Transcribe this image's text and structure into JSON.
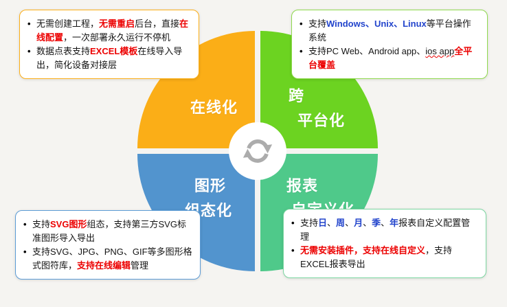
{
  "colors": {
    "background": "#F5F4F1",
    "quadrant_online": "#FBAE17",
    "quadrant_cross": "#6CD321",
    "quadrant_graphic": "#5294CE",
    "quadrant_report": "#4FC98A",
    "callout_border_online": "#FBAE17",
    "callout_border_cross": "#8FD94E",
    "callout_border_graphic": "#5B9BD5",
    "callout_border_report": "#7BD6A0",
    "accent_red": "#EC0000",
    "accent_blue": "#2244CC",
    "label_text": "#FFFFFF",
    "icon_gray": "#ACACAC"
  },
  "quadrants": {
    "online": {
      "lines": [
        "在线化"
      ]
    },
    "cross_platform": {
      "lines": [
        "跨",
        "平台化"
      ]
    },
    "graphic_config": {
      "lines": [
        "图形",
        "组态化"
      ]
    },
    "report_custom": {
      "lines": [
        "报表",
        "自定义化"
      ]
    }
  },
  "callouts": {
    "online": {
      "bullets": [
        [
          {
            "t": "无需创建工程，"
          },
          {
            "t": "无需重启",
            "c": "#EC0000",
            "b": true
          },
          {
            "t": "后台，直接"
          },
          {
            "t": "在线配置",
            "c": "#EC0000",
            "b": true
          },
          {
            "t": "，一次部署永久运行不停机"
          }
        ],
        [
          {
            "t": "数据点表支持"
          },
          {
            "t": "EXCEL模板",
            "c": "#EC0000",
            "b": true
          },
          {
            "t": "在线导入导出，简化设备对接层"
          }
        ]
      ]
    },
    "cross_platform": {
      "bullets": [
        [
          {
            "t": "支持"
          },
          {
            "t": "Windows、Unix、Linux",
            "c": "#2244CC",
            "b": true
          },
          {
            "t": "等平台操作系统"
          }
        ],
        [
          {
            "t": "支持PC Web、Android app、"
          },
          {
            "t": "ios app",
            "u": true
          },
          {
            "t": "全平台覆盖",
            "c": "#EC0000",
            "b": true
          }
        ]
      ]
    },
    "graphic_config": {
      "bullets": [
        [
          {
            "t": "支持"
          },
          {
            "t": "SVG图形",
            "c": "#EC0000",
            "b": true
          },
          {
            "t": "组态，支持第三方SVG标准图形导入导出"
          }
        ],
        [
          {
            "t": "支持SVG、JPG、PNG、GIF等多图形格式图符库，"
          },
          {
            "t": "支持在线编辑",
            "c": "#EC0000",
            "b": true
          },
          {
            "t": "管理"
          }
        ]
      ]
    },
    "report_custom": {
      "bullets": [
        [
          {
            "t": "支持"
          },
          {
            "t": "日",
            "c": "#2244CC",
            "b": true
          },
          {
            "t": "、"
          },
          {
            "t": "周",
            "c": "#2244CC",
            "b": true
          },
          {
            "t": "、"
          },
          {
            "t": "月",
            "c": "#2244CC",
            "b": true
          },
          {
            "t": "、"
          },
          {
            "t": "季",
            "c": "#2244CC",
            "b": true
          },
          {
            "t": "、"
          },
          {
            "t": "年",
            "c": "#2244CC",
            "b": true
          },
          {
            "t": "报表自定义配置管理"
          }
        ],
        [
          {
            "t": "无需安装插件，支持在线自定义",
            "c": "#EC0000",
            "b": true
          },
          {
            "t": "，支持EXCEL报表导出"
          }
        ]
      ]
    }
  }
}
